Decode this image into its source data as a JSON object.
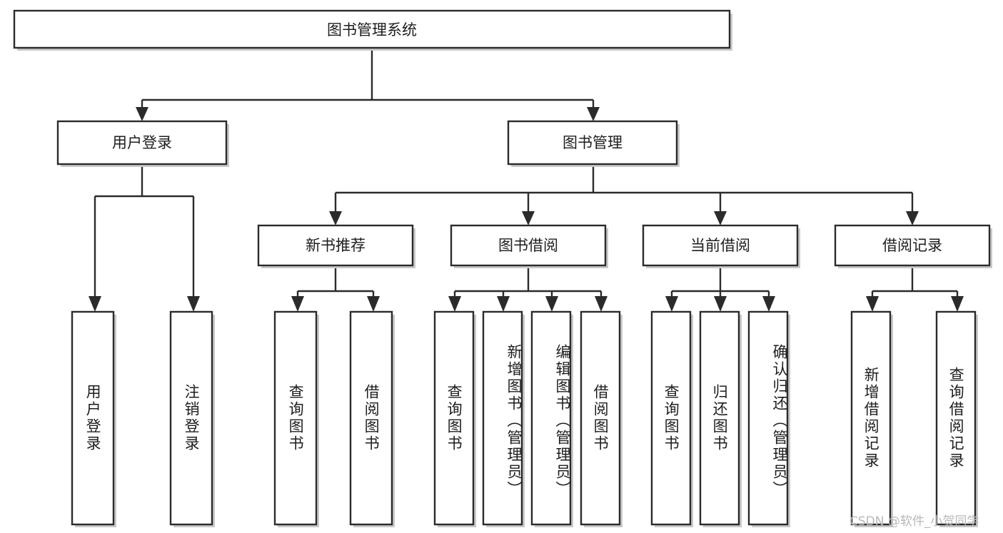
{
  "diagram": {
    "type": "hierarchy-tree",
    "title": "图书管理系统",
    "orientation": "top-down",
    "levels": 4,
    "colors": {
      "box_fill": "#ffffff",
      "box_stroke": "#2b2b2b",
      "text": "#1d1d1d",
      "shadow": "#c9c9c9",
      "watermark": "#b8b8b8",
      "background": "#ffffff"
    }
  },
  "root": {
    "label": "图书管理系统"
  },
  "level2": [
    {
      "id": "user-login",
      "label": "用户登录"
    },
    {
      "id": "book-manage",
      "label": "图书管理"
    }
  ],
  "level3": [
    {
      "id": "new-book-recommend",
      "label": "新书推荐",
      "parent": "book-manage"
    },
    {
      "id": "book-borrow",
      "label": "图书借阅",
      "parent": "book-manage"
    },
    {
      "id": "current-borrow",
      "label": "当前借阅",
      "parent": "book-manage"
    },
    {
      "id": "borrow-record",
      "label": "借阅记录",
      "parent": "book-manage"
    }
  ],
  "leaves": [
    {
      "id": "leaf-user-login",
      "label": "用户登录",
      "parent": "user-login"
    },
    {
      "id": "leaf-logout-login",
      "label": "注销登录",
      "parent": "user-login"
    },
    {
      "id": "leaf-query-book-1",
      "label": "查询图书",
      "parent": "new-book-recommend"
    },
    {
      "id": "leaf-borrow-book-1",
      "label": "借阅图书",
      "parent": "new-book-recommend"
    },
    {
      "id": "leaf-query-book-2",
      "label": "查询图书",
      "parent": "book-borrow"
    },
    {
      "id": "leaf-add-book",
      "label": "新增图书（管理员）",
      "parent": "book-borrow"
    },
    {
      "id": "leaf-edit-book",
      "label": "编辑图书（管理员）",
      "parent": "book-borrow"
    },
    {
      "id": "leaf-borrow-book-2",
      "label": "借阅图书",
      "parent": "book-borrow"
    },
    {
      "id": "leaf-query-book-3",
      "label": "查询图书",
      "parent": "current-borrow"
    },
    {
      "id": "leaf-return-book",
      "label": "归还图书",
      "parent": "current-borrow"
    },
    {
      "id": "leaf-confirm-return",
      "label": "确认归还（管理员）",
      "parent": "current-borrow"
    },
    {
      "id": "leaf-add-record",
      "label": "新增借阅记录",
      "parent": "borrow-record"
    },
    {
      "id": "leaf-query-record",
      "label": "查询借阅记录",
      "parent": "borrow-record"
    }
  ],
  "watermark": {
    "text": "CSDN @软件_小贺同学"
  }
}
